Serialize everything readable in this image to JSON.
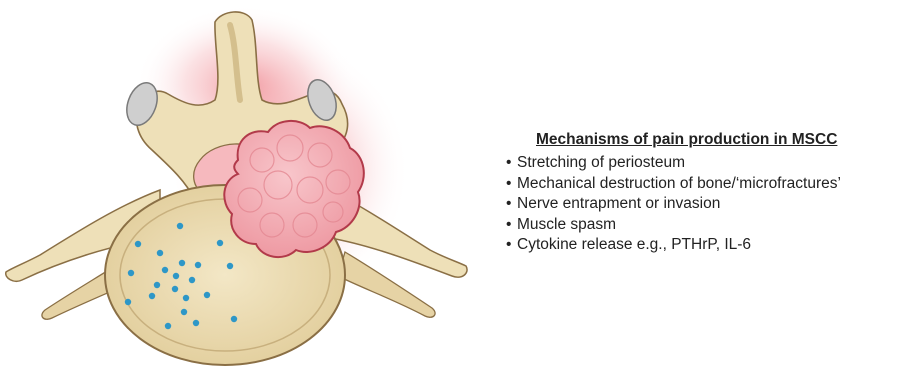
{
  "figure": {
    "icons": [
      "lumbar-vertebra-illustration",
      "tumor-mass",
      "tumor-cell-dots",
      "inflammation-glow"
    ],
    "colors": {
      "bone": "#EEE0B8",
      "bone_outline": "#8A6F45",
      "tumor": "#F2AEB5",
      "tumor_outline": "#B23A4A",
      "glow": "#E8505C",
      "dots": "#2E97C7",
      "text": "#222222"
    }
  },
  "legend": {
    "heading": "Mechanisms of pain production in MSCC",
    "bullet_symbol": "•",
    "items": [
      {
        "text": "Stretching of periosteum"
      },
      {
        "text": "Mechanical destruction of bone/‘microfractures’"
      },
      {
        "text": "Nerve entrapment or invasion"
      },
      {
        "text": "Muscle spasm"
      },
      {
        "text": "Cytokine release e.g., PTHrP, IL-6"
      }
    ]
  }
}
